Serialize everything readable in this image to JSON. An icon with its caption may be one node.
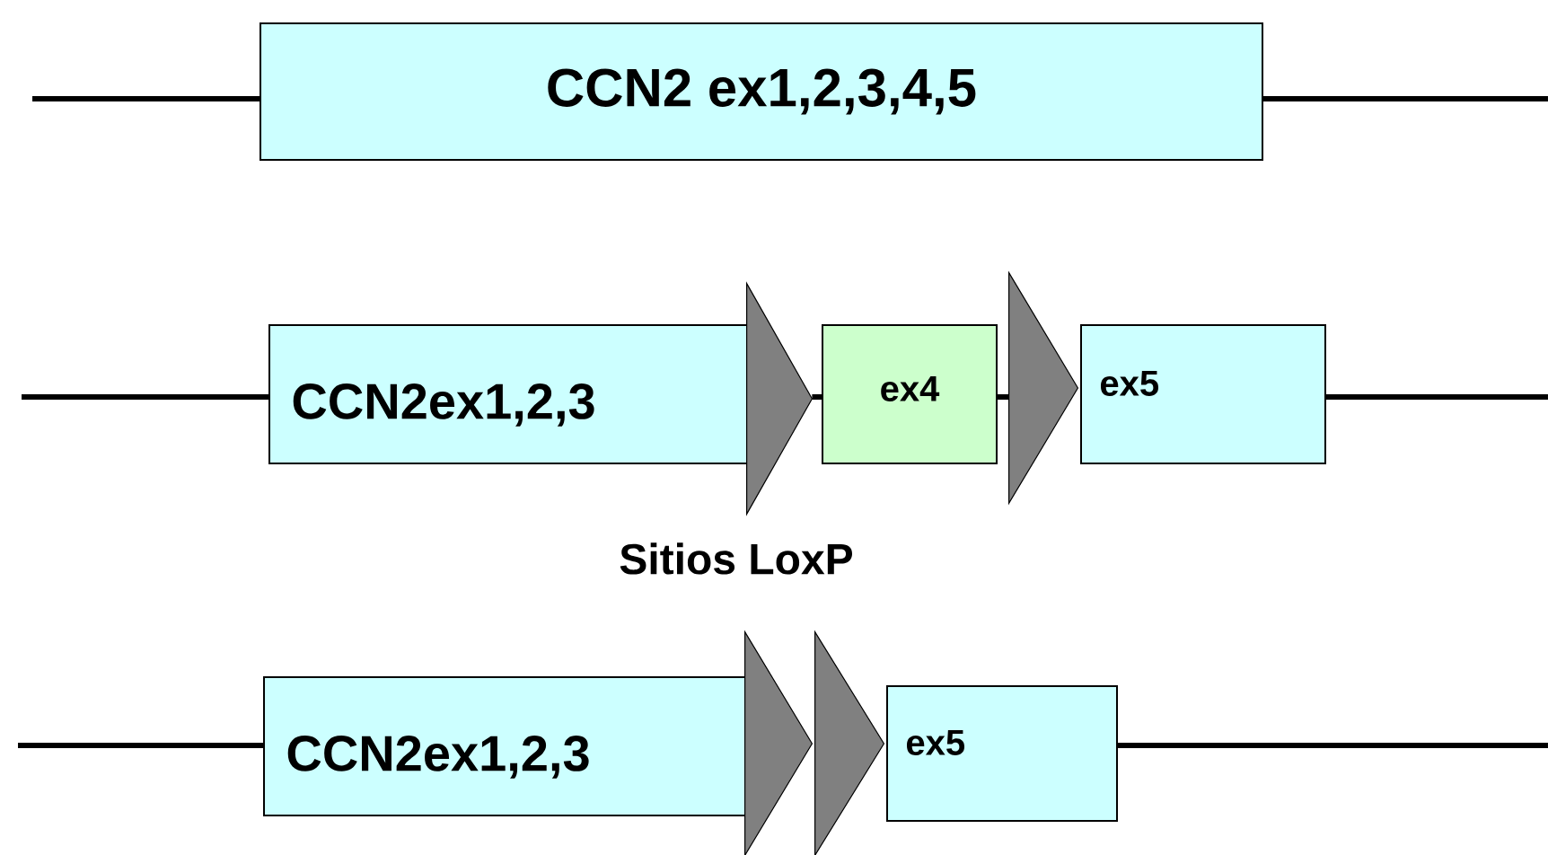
{
  "diagram": {
    "nodes": [
      {
        "text": [
          "CCN2 ex1,2,3,4,5"
        ]
      },
      {
        "text": [
          "CCN2ex1,2,3"
        ]
      },
      {
        "text": [],
        "shape": "triangle"
      },
      {
        "text": [
          "ex4"
        ]
      },
      {
        "text": [],
        "shape": "triangle"
      },
      {
        "text": [
          "ex5"
        ]
      },
      {
        "text": [
          "CCN2ex1,2,3"
        ]
      },
      {
        "text": [],
        "shape": "triangle"
      },
      {
        "text": [],
        "shape": "triangle"
      },
      {
        "text": [
          "ex5"
        ]
      }
    ],
    "edges": [
      {
        "from": null,
        "to": 0,
        "arrow": "none"
      },
      {
        "from": 0,
        "to": null,
        "arrow": "none"
      },
      {
        "from": null,
        "to": 1,
        "arrow": "none"
      },
      {
        "from": 2,
        "to": 3,
        "arrow": "none"
      },
      {
        "from": 3,
        "to": 4,
        "arrow": "none"
      },
      {
        "from": 5,
        "to": null,
        "arrow": "none"
      },
      {
        "from": null,
        "to": 6,
        "arrow": "none"
      },
      {
        "from": 9,
        "to": null,
        "arrow": "none"
      }
    ],
    "labels": [
      "Sitios LoxP"
    ]
  }
}
